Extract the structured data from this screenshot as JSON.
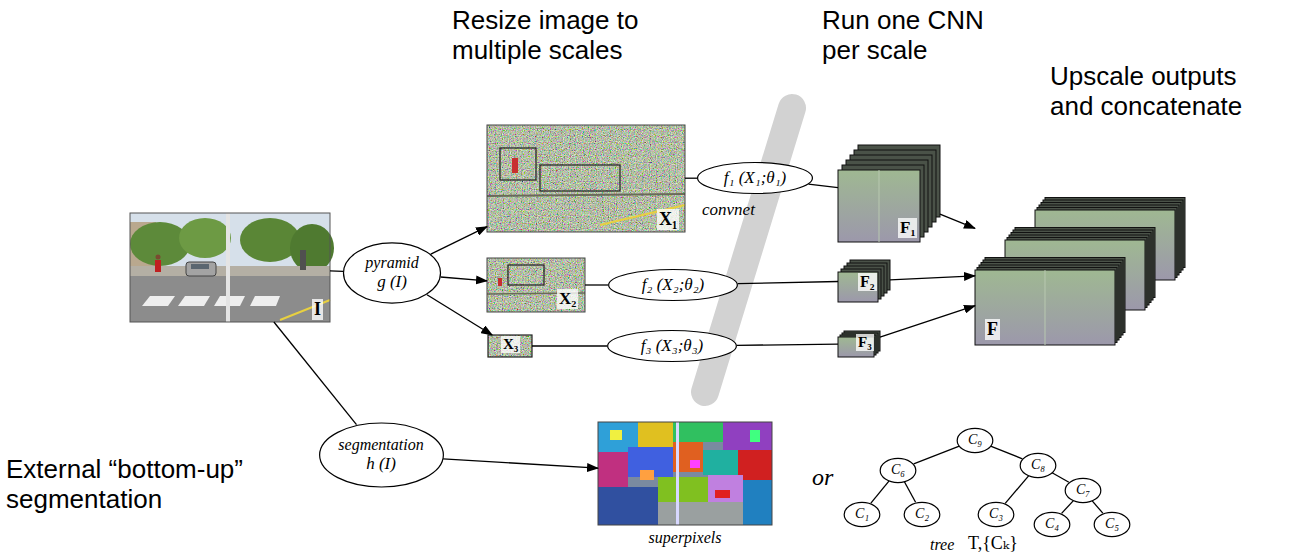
{
  "diagram": {
    "nodes": [
      {
        "text": [
          "I"
        ]
      },
      {
        "text": [
          "pyramid",
          "g (I)"
        ]
      },
      {
        "text": [
          "X₁"
        ]
      },
      {
        "text": [
          "f₁ (X₁;θ₁)"
        ]
      },
      {
        "text": [
          "F₁"
        ]
      },
      {
        "text": [
          "F"
        ]
      },
      {
        "text": [
          "X₂"
        ]
      },
      {
        "text": [
          "f₂ (X₂;θ₂)"
        ]
      },
      {
        "text": [
          "F₂"
        ]
      },
      {
        "text": [
          "X₃"
        ]
      },
      {
        "text": [
          "f₃ (X₃;θ₃)"
        ]
      },
      {
        "text": [
          "F₃"
        ]
      },
      {
        "text": [
          "segmentation",
          "h (I)"
        ]
      },
      {
        "text": [
          "superpixels"
        ]
      },
      {
        "text": [
          "C₉"
        ]
      },
      {
        "text": [
          "C₆"
        ]
      },
      {
        "text": [
          "C₈"
        ]
      },
      {
        "text": [
          "C₇"
        ]
      },
      {
        "text": [
          "C₁"
        ]
      },
      {
        "text": [
          "C₂"
        ]
      },
      {
        "text": [
          "C₃"
        ]
      },
      {
        "text": [
          "C₄"
        ]
      },
      {
        "text": [
          "C₅"
        ]
      }
    ],
    "edges": [
      {
        "from": 0,
        "to": 1,
        "arrow": "none"
      },
      {
        "from": 1,
        "to": 2,
        "arrow": "to"
      },
      {
        "from": 1,
        "to": 6,
        "arrow": "to"
      },
      {
        "from": 1,
        "to": 9,
        "arrow": "to"
      },
      {
        "from": 2,
        "to": 3,
        "arrow": "none"
      },
      {
        "from": 3,
        "to": 4,
        "arrow": "none"
      },
      {
        "from": 6,
        "to": 7,
        "arrow": "none"
      },
      {
        "from": 7,
        "to": 8,
        "arrow": "none"
      },
      {
        "from": 9,
        "to": 10,
        "arrow": "none"
      },
      {
        "from": 10,
        "to": 11,
        "arrow": "none"
      },
      {
        "from": 4,
        "to": 5,
        "arrow": "to"
      },
      {
        "from": 8,
        "to": 5,
        "arrow": "to"
      },
      {
        "from": 11,
        "to": 5,
        "arrow": "to"
      },
      {
        "from": 0,
        "to": 12,
        "arrow": "none"
      },
      {
        "from": 12,
        "to": 13,
        "arrow": "to"
      },
      {
        "from": 14,
        "to": 15,
        "arrow": "none"
      },
      {
        "from": 14,
        "to": 16,
        "arrow": "none"
      },
      {
        "from": 15,
        "to": 18,
        "arrow": "none"
      },
      {
        "from": 15,
        "to": 19,
        "arrow": "none"
      },
      {
        "from": 16,
        "to": 20,
        "arrow": "none"
      },
      {
        "from": 16,
        "to": 17,
        "arrow": "none"
      },
      {
        "from": 17,
        "to": 21,
        "arrow": "none"
      },
      {
        "from": 17,
        "to": 22,
        "arrow": "none"
      }
    ],
    "labels": [
      "Resize image to multiple scales",
      "Run one CNN per scale",
      "Upscale outputs and concatenate",
      "convnet",
      "External “bottom-up” segmentation",
      "or",
      "tree",
      "T,{Cₖ}"
    ]
  }
}
